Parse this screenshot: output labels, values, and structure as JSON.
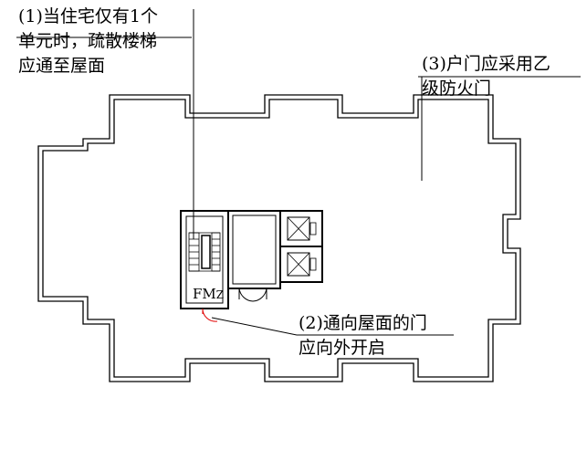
{
  "notes": {
    "note1": [
      "(1)当住宅仅有1个",
      "单元时，疏散楼梯",
      "应通至屋面"
    ],
    "note2": [
      "(2)通向屋面的门",
      "应向外开启"
    ],
    "note3": [
      "(3)户门应采用乙",
      "级防火门"
    ]
  },
  "door_label": {
    "main": "FM",
    "sub": "Z"
  },
  "colors": {
    "line": "#000000",
    "leader": "#000000",
    "door_arc": "#e00000"
  }
}
